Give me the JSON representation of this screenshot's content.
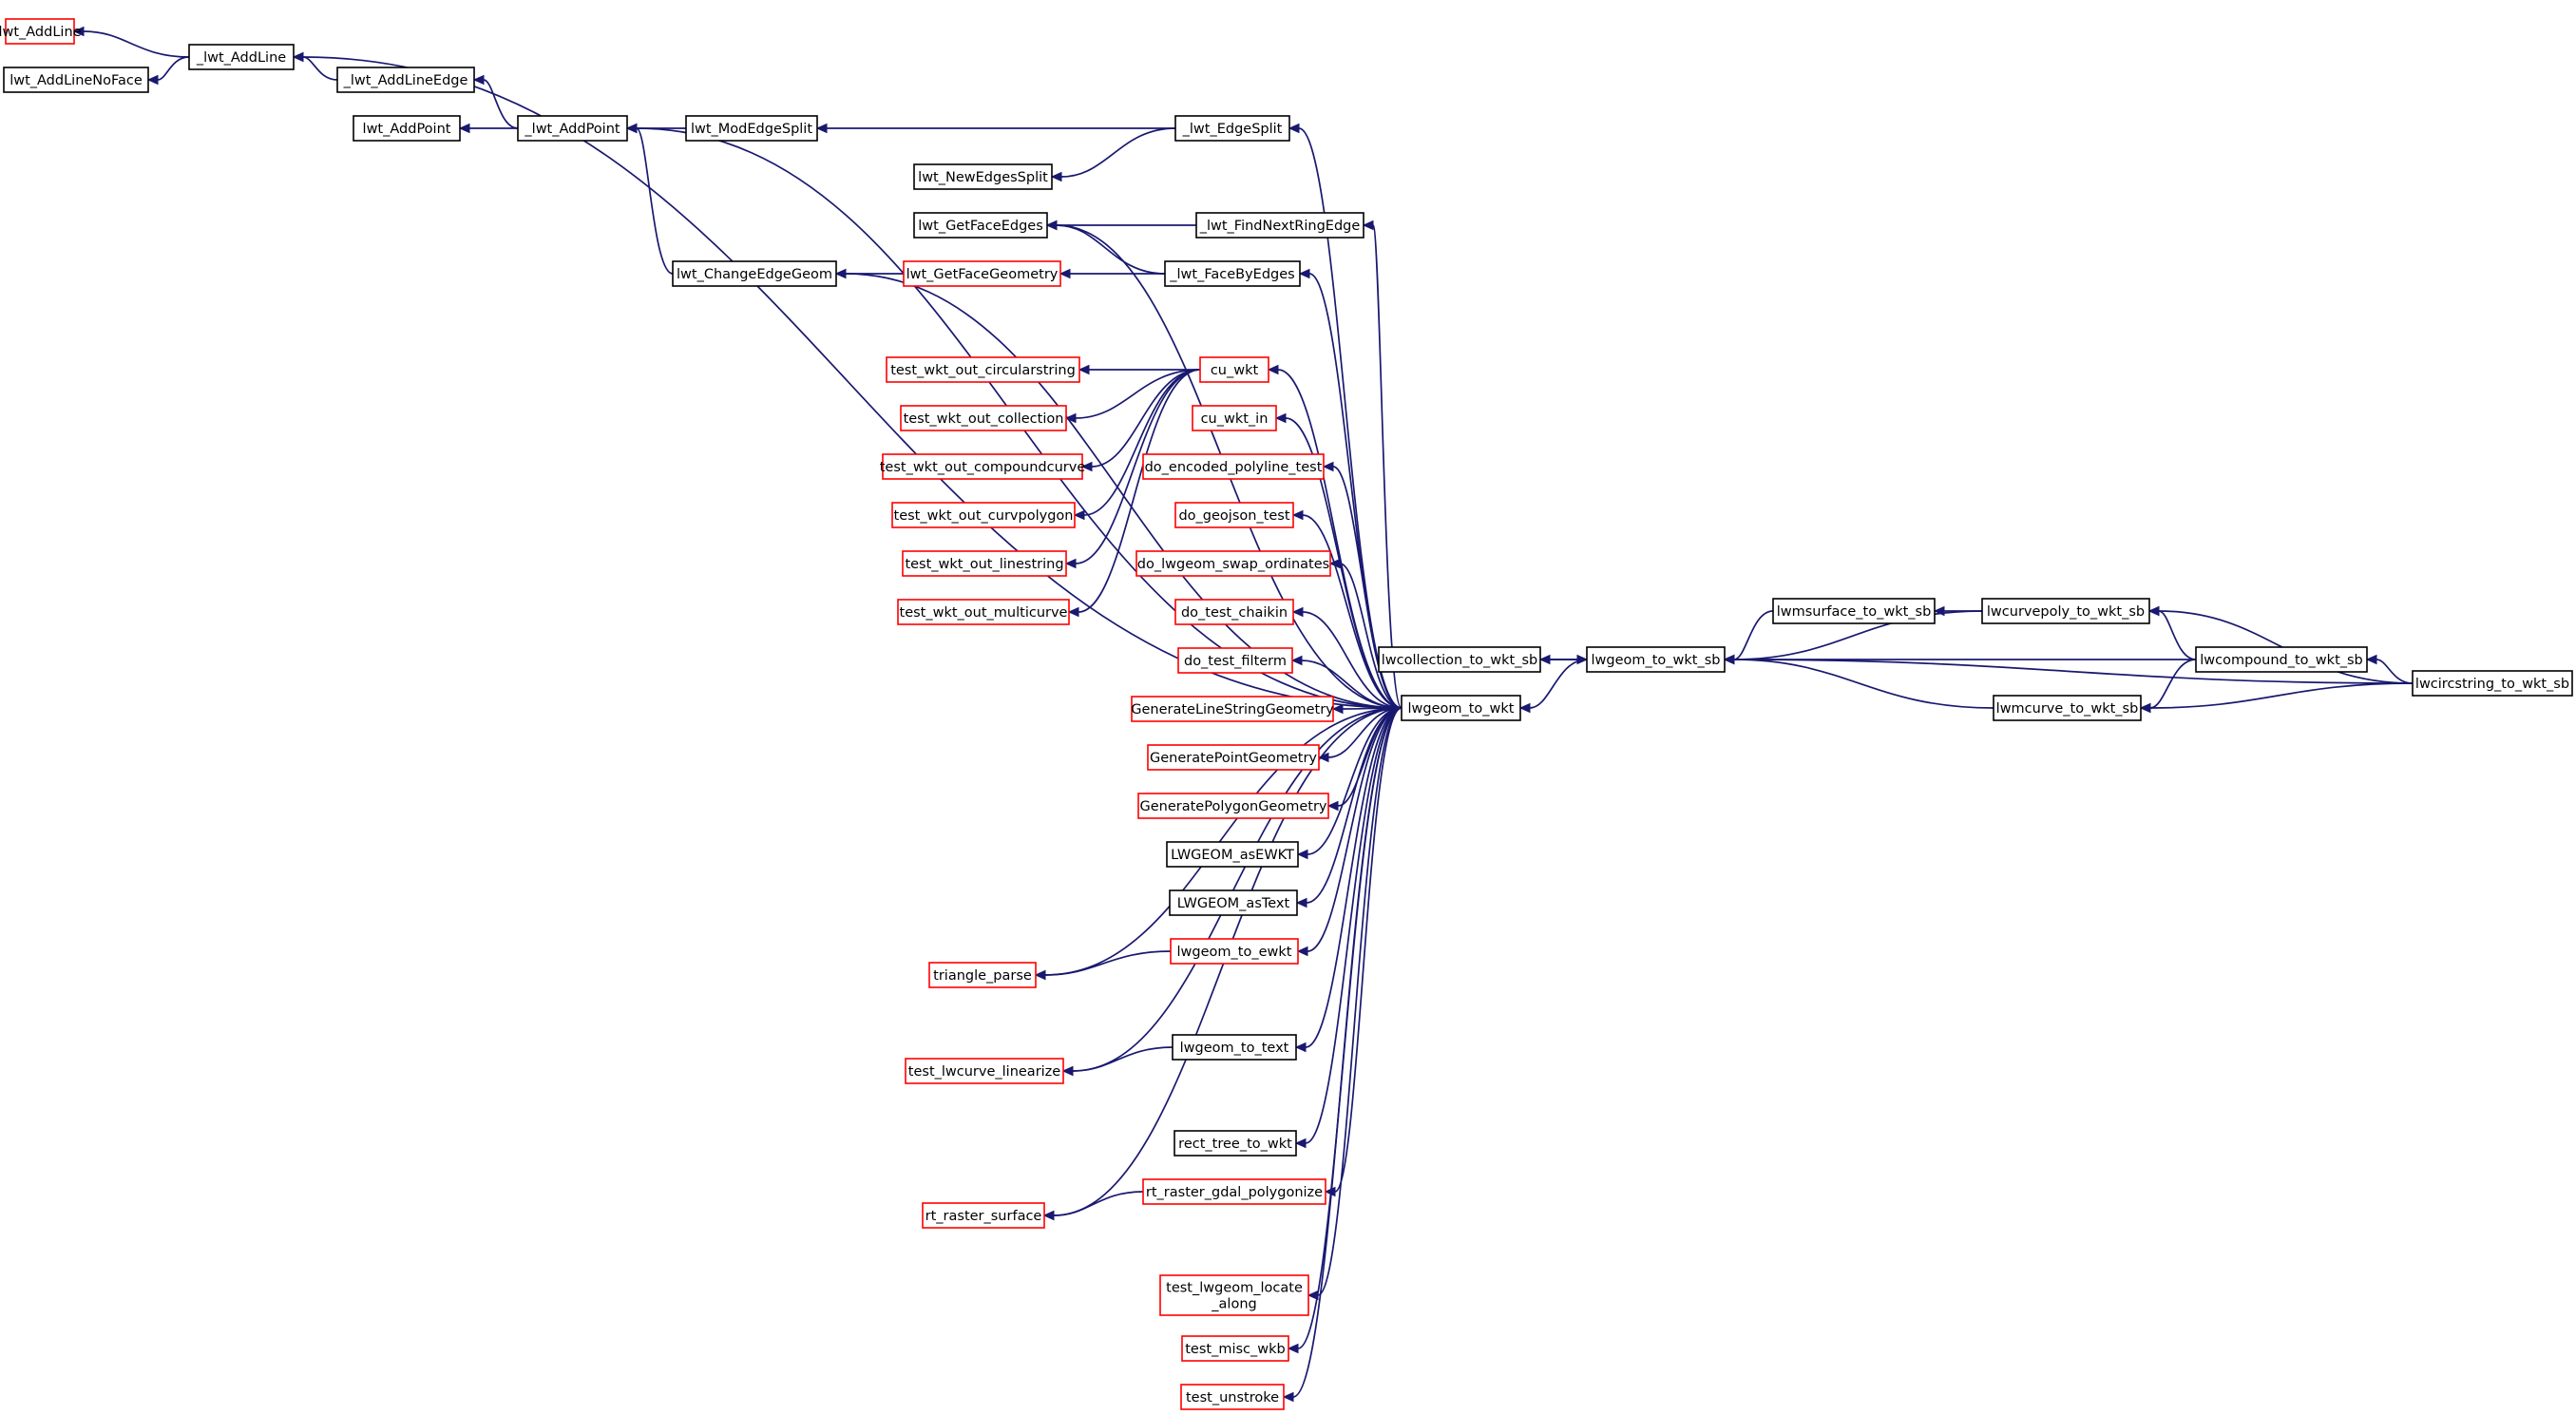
{
  "colors": {
    "edge": "#191970",
    "node_border_default": "#000000",
    "node_border_truncated": "#ff0000",
    "root_fill": "#bfbfbf"
  },
  "nodes": [
    {
      "id": "lwt_AddLine",
      "label": "lwt_AddLine",
      "truncated": true
    },
    {
      "id": "lwt_AddLineNoFace",
      "label": "lwt_AddLineNoFace"
    },
    {
      "id": "_lwt_AddLine",
      "label": "_lwt_AddLine"
    },
    {
      "id": "_lwt_AddLineEdge",
      "label": "_lwt_AddLineEdge"
    },
    {
      "id": "lwt_AddPoint",
      "label": "lwt_AddPoint"
    },
    {
      "id": "_lwt_AddPoint",
      "label": "_lwt_AddPoint"
    },
    {
      "id": "lwt_ModEdgeSplit",
      "label": "lwt_ModEdgeSplit"
    },
    {
      "id": "_lwt_EdgeSplit",
      "label": "_lwt_EdgeSplit"
    },
    {
      "id": "lwt_NewEdgesSplit",
      "label": "lwt_NewEdgesSplit"
    },
    {
      "id": "lwt_GetFaceEdges",
      "label": "lwt_GetFaceEdges"
    },
    {
      "id": "_lwt_FindNextRingEdge",
      "label": "_lwt_FindNextRingEdge"
    },
    {
      "id": "lwt_ChangeEdgeGeom",
      "label": "lwt_ChangeEdgeGeom"
    },
    {
      "id": "lwt_GetFaceGeometry",
      "label": "lwt_GetFaceGeometry",
      "truncated": true
    },
    {
      "id": "_lwt_FaceByEdges",
      "label": "_lwt_FaceByEdges"
    },
    {
      "id": "test_wkt_out_circularstring",
      "label": "test_wkt_out_circularstring",
      "truncated": true
    },
    {
      "id": "cu_wkt",
      "label": "cu_wkt",
      "truncated": true
    },
    {
      "id": "test_wkt_out_collection",
      "label": "test_wkt_out_collection",
      "truncated": true
    },
    {
      "id": "cu_wkt_in",
      "label": "cu_wkt_in",
      "truncated": true
    },
    {
      "id": "test_wkt_out_compoundcurve",
      "label": "test_wkt_out_compoundcurve",
      "truncated": true
    },
    {
      "id": "do_encoded_polyline_test",
      "label": "do_encoded_polyline_test",
      "truncated": true
    },
    {
      "id": "test_wkt_out_curvpolygon",
      "label": "test_wkt_out_curvpolygon",
      "truncated": true
    },
    {
      "id": "do_geojson_test",
      "label": "do_geojson_test",
      "truncated": true
    },
    {
      "id": "test_wkt_out_linestring",
      "label": "test_wkt_out_linestring",
      "truncated": true
    },
    {
      "id": "do_lwgeom_swap_ordinates",
      "label": "do_lwgeom_swap_ordinates",
      "truncated": true
    },
    {
      "id": "test_wkt_out_multicurve",
      "label": "test_wkt_out_multicurve",
      "truncated": true
    },
    {
      "id": "do_test_chaikin",
      "label": "do_test_chaikin",
      "truncated": true
    },
    {
      "id": "do_test_filterm",
      "label": "do_test_filterm",
      "truncated": true
    },
    {
      "id": "GenerateLineStringGeometry",
      "label": "GenerateLineStringGeometry",
      "truncated": true
    },
    {
      "id": "GeneratePointGeometry",
      "label": "GeneratePointGeometry",
      "truncated": true
    },
    {
      "id": "GeneratePolygonGeometry",
      "label": "GeneratePolygonGeometry",
      "truncated": true
    },
    {
      "id": "LWGEOM_asEWKT",
      "label": "LWGEOM_asEWKT"
    },
    {
      "id": "LWGEOM_asText",
      "label": "LWGEOM_asText"
    },
    {
      "id": "lwgeom_to_ewkt",
      "label": "lwgeom_to_ewkt",
      "truncated": true
    },
    {
      "id": "triangle_parse",
      "label": "triangle_parse",
      "truncated": true
    },
    {
      "id": "lwgeom_to_text",
      "label": "lwgeom_to_text"
    },
    {
      "id": "test_lwcurve_linearize",
      "label": "test_lwcurve_linearize",
      "truncated": true
    },
    {
      "id": "rect_tree_to_wkt",
      "label": "rect_tree_to_wkt"
    },
    {
      "id": "rt_raster_gdal_polygonize",
      "label": "rt_raster_gdal_polygonize",
      "truncated": true
    },
    {
      "id": "rt_raster_surface",
      "label": "rt_raster_surface",
      "truncated": true
    },
    {
      "id": "test_lwgeom_locate_along",
      "label": "test_lwgeom_locate_along",
      "lines": [
        "test_lwgeom_locate",
        "_along"
      ],
      "truncated": true
    },
    {
      "id": "test_misc_wkb",
      "label": "test_misc_wkb",
      "truncated": true
    },
    {
      "id": "test_unstroke",
      "label": "test_unstroke",
      "truncated": true
    },
    {
      "id": "lwgeom_to_wkt",
      "label": "lwgeom_to_wkt"
    },
    {
      "id": "lwcollection_to_wkt_sb",
      "label": "lwcollection_to_wkt_sb"
    },
    {
      "id": "lwgeom_to_wkt_sb",
      "label": "lwgeom_to_wkt_sb"
    },
    {
      "id": "lwmsurface_to_wkt_sb",
      "label": "lwmsurface_to_wkt_sb"
    },
    {
      "id": "lwcurvepoly_to_wkt_sb",
      "label": "lwcurvepoly_to_wkt_sb"
    },
    {
      "id": "lwcompound_to_wkt_sb",
      "label": "lwcompound_to_wkt_sb"
    },
    {
      "id": "lwmcurve_to_wkt_sb",
      "label": "lwmcurve_to_wkt_sb"
    },
    {
      "id": "lwcircstring_to_wkt_sb",
      "label": "lwcircstring_to_wkt_sb",
      "root": true
    }
  ],
  "edges": [
    {
      "from": "lwcircstring_to_wkt_sb",
      "to": "lwcurvepoly_to_wkt_sb"
    },
    {
      "from": "lwcircstring_to_wkt_sb",
      "to": "lwcompound_to_wkt_sb"
    },
    {
      "from": "lwcircstring_to_wkt_sb",
      "to": "lwmcurve_to_wkt_sb"
    },
    {
      "from": "lwcircstring_to_wkt_sb",
      "to": "lwgeom_to_wkt_sb"
    },
    {
      "from": "lwcompound_to_wkt_sb",
      "to": "lwcurvepoly_to_wkt_sb"
    },
    {
      "from": "lwcompound_to_wkt_sb",
      "to": "lwmcurve_to_wkt_sb"
    },
    {
      "from": "lwcompound_to_wkt_sb",
      "to": "lwgeom_to_wkt_sb"
    },
    {
      "from": "lwcurvepoly_to_wkt_sb",
      "to": "lwmsurface_to_wkt_sb"
    },
    {
      "from": "lwcurvepoly_to_wkt_sb",
      "to": "lwgeom_to_wkt_sb"
    },
    {
      "from": "lwmsurface_to_wkt_sb",
      "to": "lwgeom_to_wkt_sb"
    },
    {
      "from": "lwmcurve_to_wkt_sb",
      "to": "lwgeom_to_wkt_sb"
    },
    {
      "from": "lwgeom_to_wkt_sb",
      "to": "lwcollection_to_wkt_sb"
    },
    {
      "from": "lwcollection_to_wkt_sb",
      "to": "lwgeom_to_wkt_sb"
    },
    {
      "from": "lwgeom_to_wkt_sb",
      "to": "lwgeom_to_wkt"
    },
    {
      "from": "lwgeom_to_wkt",
      "to": "_lwt_AddLine"
    },
    {
      "from": "lwgeom_to_wkt",
      "to": "_lwt_AddPoint"
    },
    {
      "from": "lwgeom_to_wkt",
      "to": "_lwt_EdgeSplit"
    },
    {
      "from": "lwgeom_to_wkt",
      "to": "lwt_GetFaceEdges"
    },
    {
      "from": "lwgeom_to_wkt",
      "to": "_lwt_FindNextRingEdge"
    },
    {
      "from": "lwgeom_to_wkt",
      "to": "_lwt_FaceByEdges"
    },
    {
      "from": "lwgeom_to_wkt",
      "to": "lwt_ChangeEdgeGeom"
    },
    {
      "from": "lwgeom_to_wkt",
      "to": "cu_wkt"
    },
    {
      "from": "lwgeom_to_wkt",
      "to": "cu_wkt_in"
    },
    {
      "from": "lwgeom_to_wkt",
      "to": "do_encoded_polyline_test"
    },
    {
      "from": "lwgeom_to_wkt",
      "to": "do_geojson_test"
    },
    {
      "from": "lwgeom_to_wkt",
      "to": "do_lwgeom_swap_ordinates"
    },
    {
      "from": "lwgeom_to_wkt",
      "to": "do_test_chaikin"
    },
    {
      "from": "lwgeom_to_wkt",
      "to": "do_test_filterm"
    },
    {
      "from": "lwgeom_to_wkt",
      "to": "GenerateLineStringGeometry"
    },
    {
      "from": "lwgeom_to_wkt",
      "to": "GeneratePointGeometry"
    },
    {
      "from": "lwgeom_to_wkt",
      "to": "GeneratePolygonGeometry"
    },
    {
      "from": "lwgeom_to_wkt",
      "to": "LWGEOM_asEWKT"
    },
    {
      "from": "lwgeom_to_wkt",
      "to": "LWGEOM_asText"
    },
    {
      "from": "lwgeom_to_wkt",
      "to": "lwgeom_to_ewkt"
    },
    {
      "from": "lwgeom_to_wkt",
      "to": "triangle_parse"
    },
    {
      "from": "lwgeom_to_wkt",
      "to": "lwgeom_to_text"
    },
    {
      "from": "lwgeom_to_wkt",
      "to": "test_lwcurve_linearize"
    },
    {
      "from": "lwgeom_to_wkt",
      "to": "rect_tree_to_wkt"
    },
    {
      "from": "lwgeom_to_wkt",
      "to": "rt_raster_gdal_polygonize"
    },
    {
      "from": "lwgeom_to_wkt",
      "to": "rt_raster_surface"
    },
    {
      "from": "lwgeom_to_wkt",
      "to": "test_lwgeom_locate_along"
    },
    {
      "from": "lwgeom_to_wkt",
      "to": "test_misc_wkb"
    },
    {
      "from": "lwgeom_to_wkt",
      "to": "test_unstroke"
    },
    {
      "from": "cu_wkt",
      "to": "test_wkt_out_circularstring"
    },
    {
      "from": "cu_wkt",
      "to": "test_wkt_out_collection"
    },
    {
      "from": "cu_wkt",
      "to": "test_wkt_out_compoundcurve"
    },
    {
      "from": "cu_wkt",
      "to": "test_wkt_out_curvpolygon"
    },
    {
      "from": "cu_wkt",
      "to": "test_wkt_out_linestring"
    },
    {
      "from": "cu_wkt",
      "to": "test_wkt_out_multicurve"
    },
    {
      "from": "lwgeom_to_ewkt",
      "to": "triangle_parse"
    },
    {
      "from": "lwgeom_to_text",
      "to": "test_lwcurve_linearize"
    },
    {
      "from": "rt_raster_gdal_polygonize",
      "to": "rt_raster_surface"
    },
    {
      "from": "_lwt_AddLine",
      "to": "lwt_AddLine"
    },
    {
      "from": "_lwt_AddLine",
      "to": "lwt_AddLineNoFace"
    },
    {
      "from": "_lwt_AddLineEdge",
      "to": "_lwt_AddLine"
    },
    {
      "from": "_lwt_AddPoint",
      "to": "_lwt_AddLineEdge"
    },
    {
      "from": "_lwt_AddPoint",
      "to": "lwt_AddPoint"
    },
    {
      "from": "lwt_ModEdgeSplit",
      "to": "_lwt_AddPoint"
    },
    {
      "from": "_lwt_EdgeSplit",
      "to": "lwt_ModEdgeSplit"
    },
    {
      "from": "_lwt_EdgeSplit",
      "to": "lwt_NewEdgesSplit"
    },
    {
      "from": "_lwt_FindNextRingEdge",
      "to": "lwt_GetFaceEdges"
    },
    {
      "from": "_lwt_FaceByEdges",
      "to": "lwt_GetFaceEdges"
    },
    {
      "from": "_lwt_FaceByEdges",
      "to": "lwt_GetFaceGeometry"
    },
    {
      "from": "lwt_GetFaceGeometry",
      "to": "lwt_ChangeEdgeGeom"
    },
    {
      "from": "lwt_ChangeEdgeGeom",
      "to": "_lwt_AddPoint"
    }
  ]
}
